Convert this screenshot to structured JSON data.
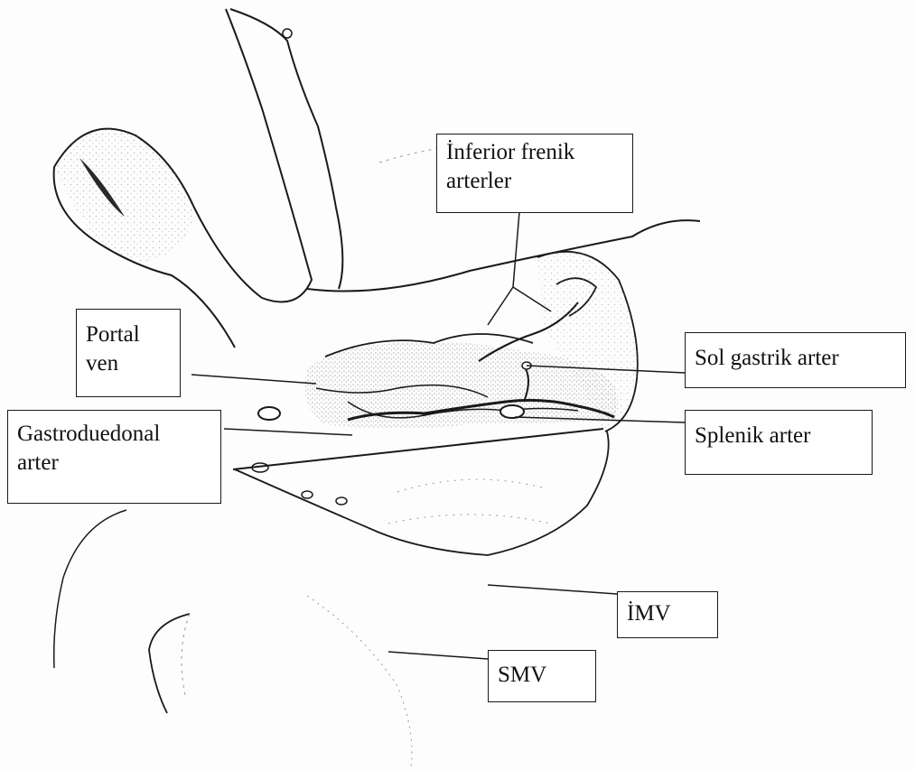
{
  "labels": {
    "inferior_frenik": {
      "line1": "İnferior frenik",
      "line2": "arterler"
    },
    "portal_ven": {
      "line1": "Portal",
      "line2": "ven"
    },
    "sol_gastrik": {
      "line1": "Sol gastrik arter"
    },
    "gastroduedonal": {
      "line1": "Gastroduedonal",
      "line2": "arter"
    },
    "splenik": {
      "line1": "Splenik arter"
    },
    "imv": {
      "line1": "İMV"
    },
    "smv": {
      "line1": "SMV"
    }
  },
  "colors": {
    "ink": "#1a1a1a",
    "stipple": "#8a8a8a",
    "paper": "#fdfdfd"
  }
}
